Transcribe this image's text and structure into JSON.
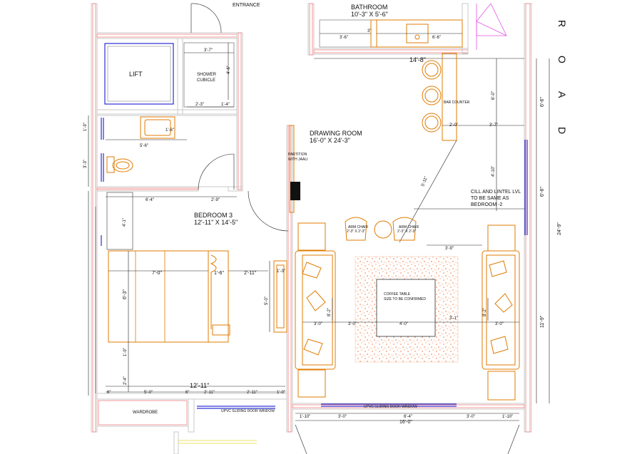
{
  "labels": {
    "entrance": "ENTRANCE",
    "bathroom_name": "BATHROOM",
    "bathroom_size": "10'-3\" X 5'-6\"",
    "lift": "LIFT",
    "shower_1": "SHOWER",
    "shower_2": "CUBICLE",
    "drawing_name": "DRAWING ROOM",
    "drawing_size": "16'-0\" X 24'-3\"",
    "partition_1": "PARTITION",
    "partition_2": "WITH JAALI",
    "bedroom_name": "BEDROOM 3",
    "bedroom_size": "12'-11\" X 14'-5\"",
    "bar_counter": "BAR COUNTER",
    "cill_1": "CILL AND LINTEL LVL",
    "cill_2": "TO BE SAME AS",
    "cill_3": "BEDROOM -2",
    "arm_chair": "ARM CHAIR",
    "arm_chair_size": "2'-3\" X 2'-3\"",
    "coffee_1": "COFFEE TABLE",
    "coffee_2": "SIZE TO BE CONFIRMED",
    "wardrobe": "WARDROBE",
    "upvc_left": "UPVC SLIDING DOOR WINDOW",
    "upvc_right": "UPVC SLIDING DOOR WINDOW",
    "road": [
      "R",
      "O",
      "A",
      "D"
    ]
  },
  "dims": {
    "bath_3_6": "3'-6\"",
    "bath_3": "3\"",
    "bath_6_6": "6'-6\"",
    "d14_8": "14'-8\"",
    "d3_7": "3'-7\"",
    "d4_6": "4'-6\"",
    "d2_3": "2'-3\"",
    "d1_4": "1'-4\"",
    "d1_9_left": "1'-9\"",
    "d1_6_sink": "1'-6\"",
    "d5_6": "5'-6\"",
    "d3_3": "3'-3\"",
    "d6_0_bar": "6'-0\"",
    "d2_0_bar": "2'-0\"",
    "d3_7_bar": "3'-7\"",
    "d4_10": "4'-10\"",
    "d5_11": "5'-11\"",
    "d6_6_a": "6'-6\"",
    "d6_6_b": "6'-6\"",
    "d24_9": "24'-9\"",
    "d11_9": "11'-9\"",
    "d6_4": "6'-4\"",
    "d2_9": "2'-9\"",
    "d4_1": "4'-1\"",
    "d7_0": "7'-0\"",
    "d1_6_bed": "1'-6\"",
    "d2_11_bed": "2'-11\"",
    "d1_3": "1'-3\"",
    "d6_3": "6'-3\"",
    "d5_0": "5'-0\"",
    "d1_9_bed": "1'-9\"",
    "d2_4": "2'-4\"",
    "d12_11": "12'-11\"",
    "bot_6a": "6\"",
    "bot_5_0": "5'-0\"",
    "bot_6b": "6\"",
    "bot_2_11a": "2'-11\"",
    "bot_2_11b": "2'-11\"",
    "bot_1_0": "1'-0\"",
    "d3_9": "3'-9\"",
    "d8_2_l": "8'-2\"",
    "d3_0_l": "3'-0\"",
    "d3_0_c": "3'-0\"",
    "d4_0": "4'-0\"",
    "d3_1": "3'-1\"",
    "d8_2_r": "8'-2\"",
    "d3_0_r": "3'-0\"",
    "b1_10_l": "1'-10\"",
    "b3_0_l": "3'-0\"",
    "b6_4": "6'-4\"",
    "b3_0_r": "3'-0\"",
    "b1_10_r": "1'-10\"",
    "b16_0": "16'-0\""
  },
  "colors": {
    "furniture": "#e07b00",
    "wall_hatch": "#f08080",
    "window": "#0000cc",
    "rug_dots": "#f07840",
    "stair": "#e455e4"
  }
}
